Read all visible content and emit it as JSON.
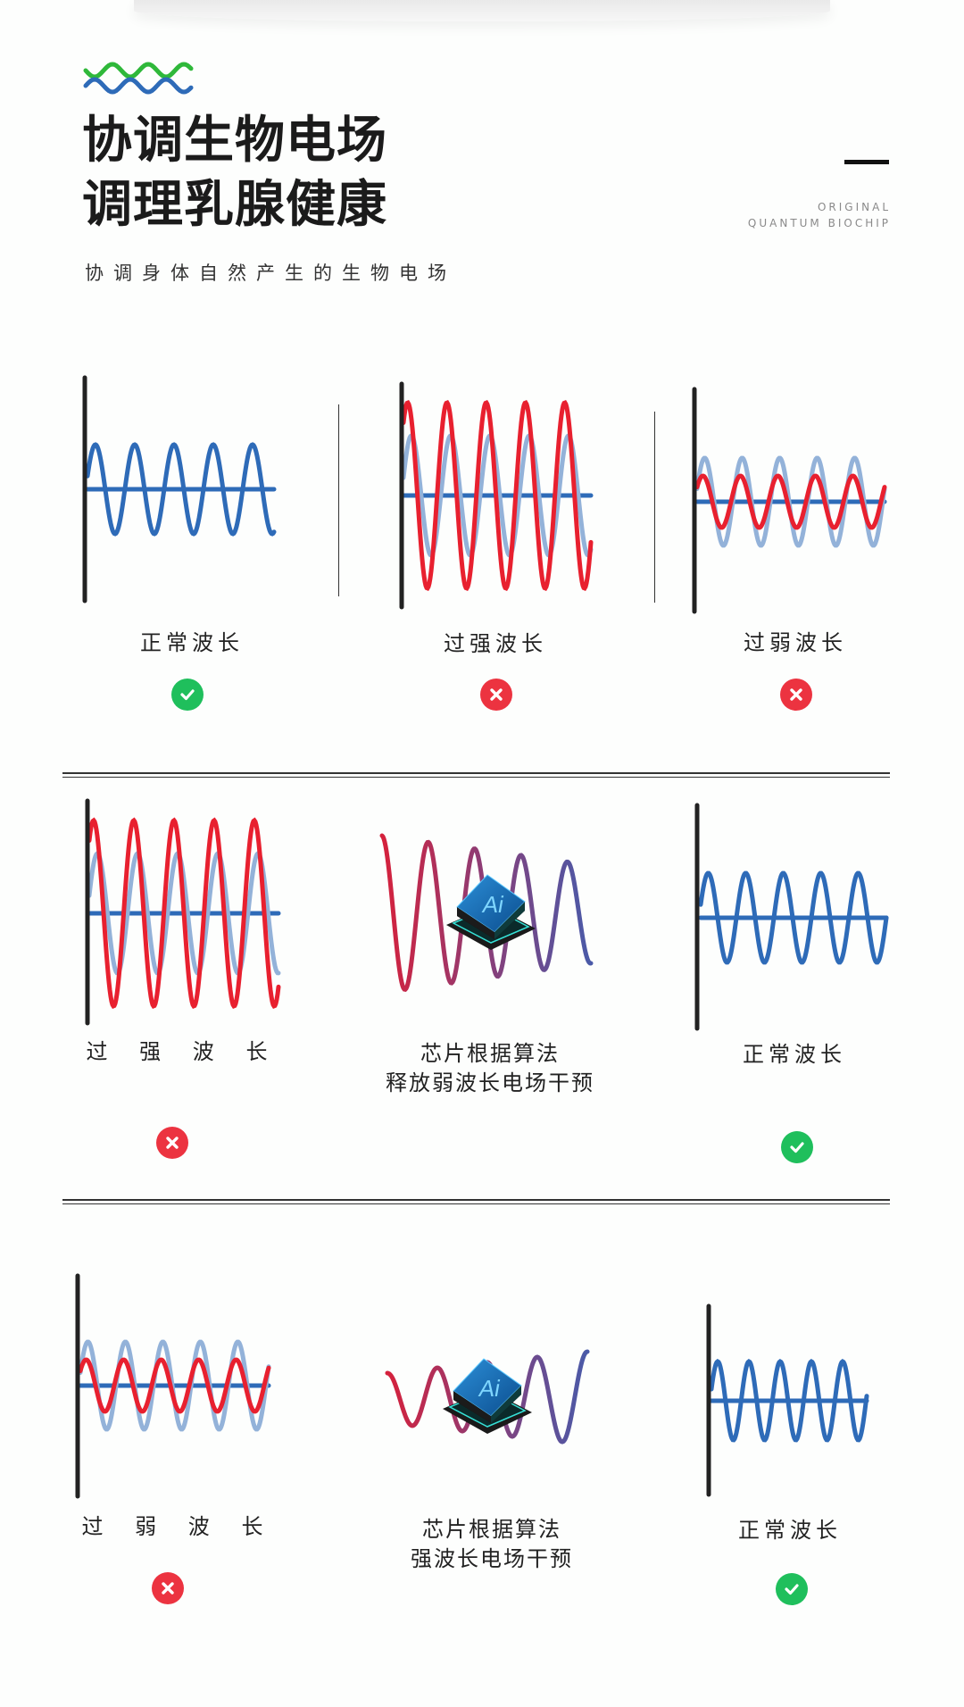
{
  "header": {
    "title_line1": "协调生物电场",
    "title_line2": "调理乳腺健康",
    "tag_line1": "ORIGINAL",
    "tag_line2": "QUANTUM BIOCHIP",
    "subtitle": "协调身体自然产生的生物电场"
  },
  "row1": {
    "items": [
      {
        "label": "正常波长",
        "status": "ok"
      },
      {
        "label": "过强波长",
        "status": "bad"
      },
      {
        "label": "过弱波长",
        "status": "bad"
      }
    ]
  },
  "row2": {
    "left_label": "过 强 波 长",
    "chip_line1": "芯片根据算法",
    "chip_line2": "释放弱波长电场干预",
    "right_label": "正常波长"
  },
  "row3": {
    "left_label": "过 弱 波 长",
    "chip_line1": "芯片根据算法",
    "chip_line2": "强波长电场干预",
    "right_label": "正常波长"
  },
  "chip_logo_text": "Ai",
  "colors": {
    "normal_wave": "#2e6bb8",
    "strong_wave": "#e8202f",
    "reference_wave": "#93b2d9",
    "ok": "#1fbf5c",
    "bad": "#ec3340",
    "logo_green": "#2fb83a",
    "logo_blue": "#2e6bb8"
  }
}
